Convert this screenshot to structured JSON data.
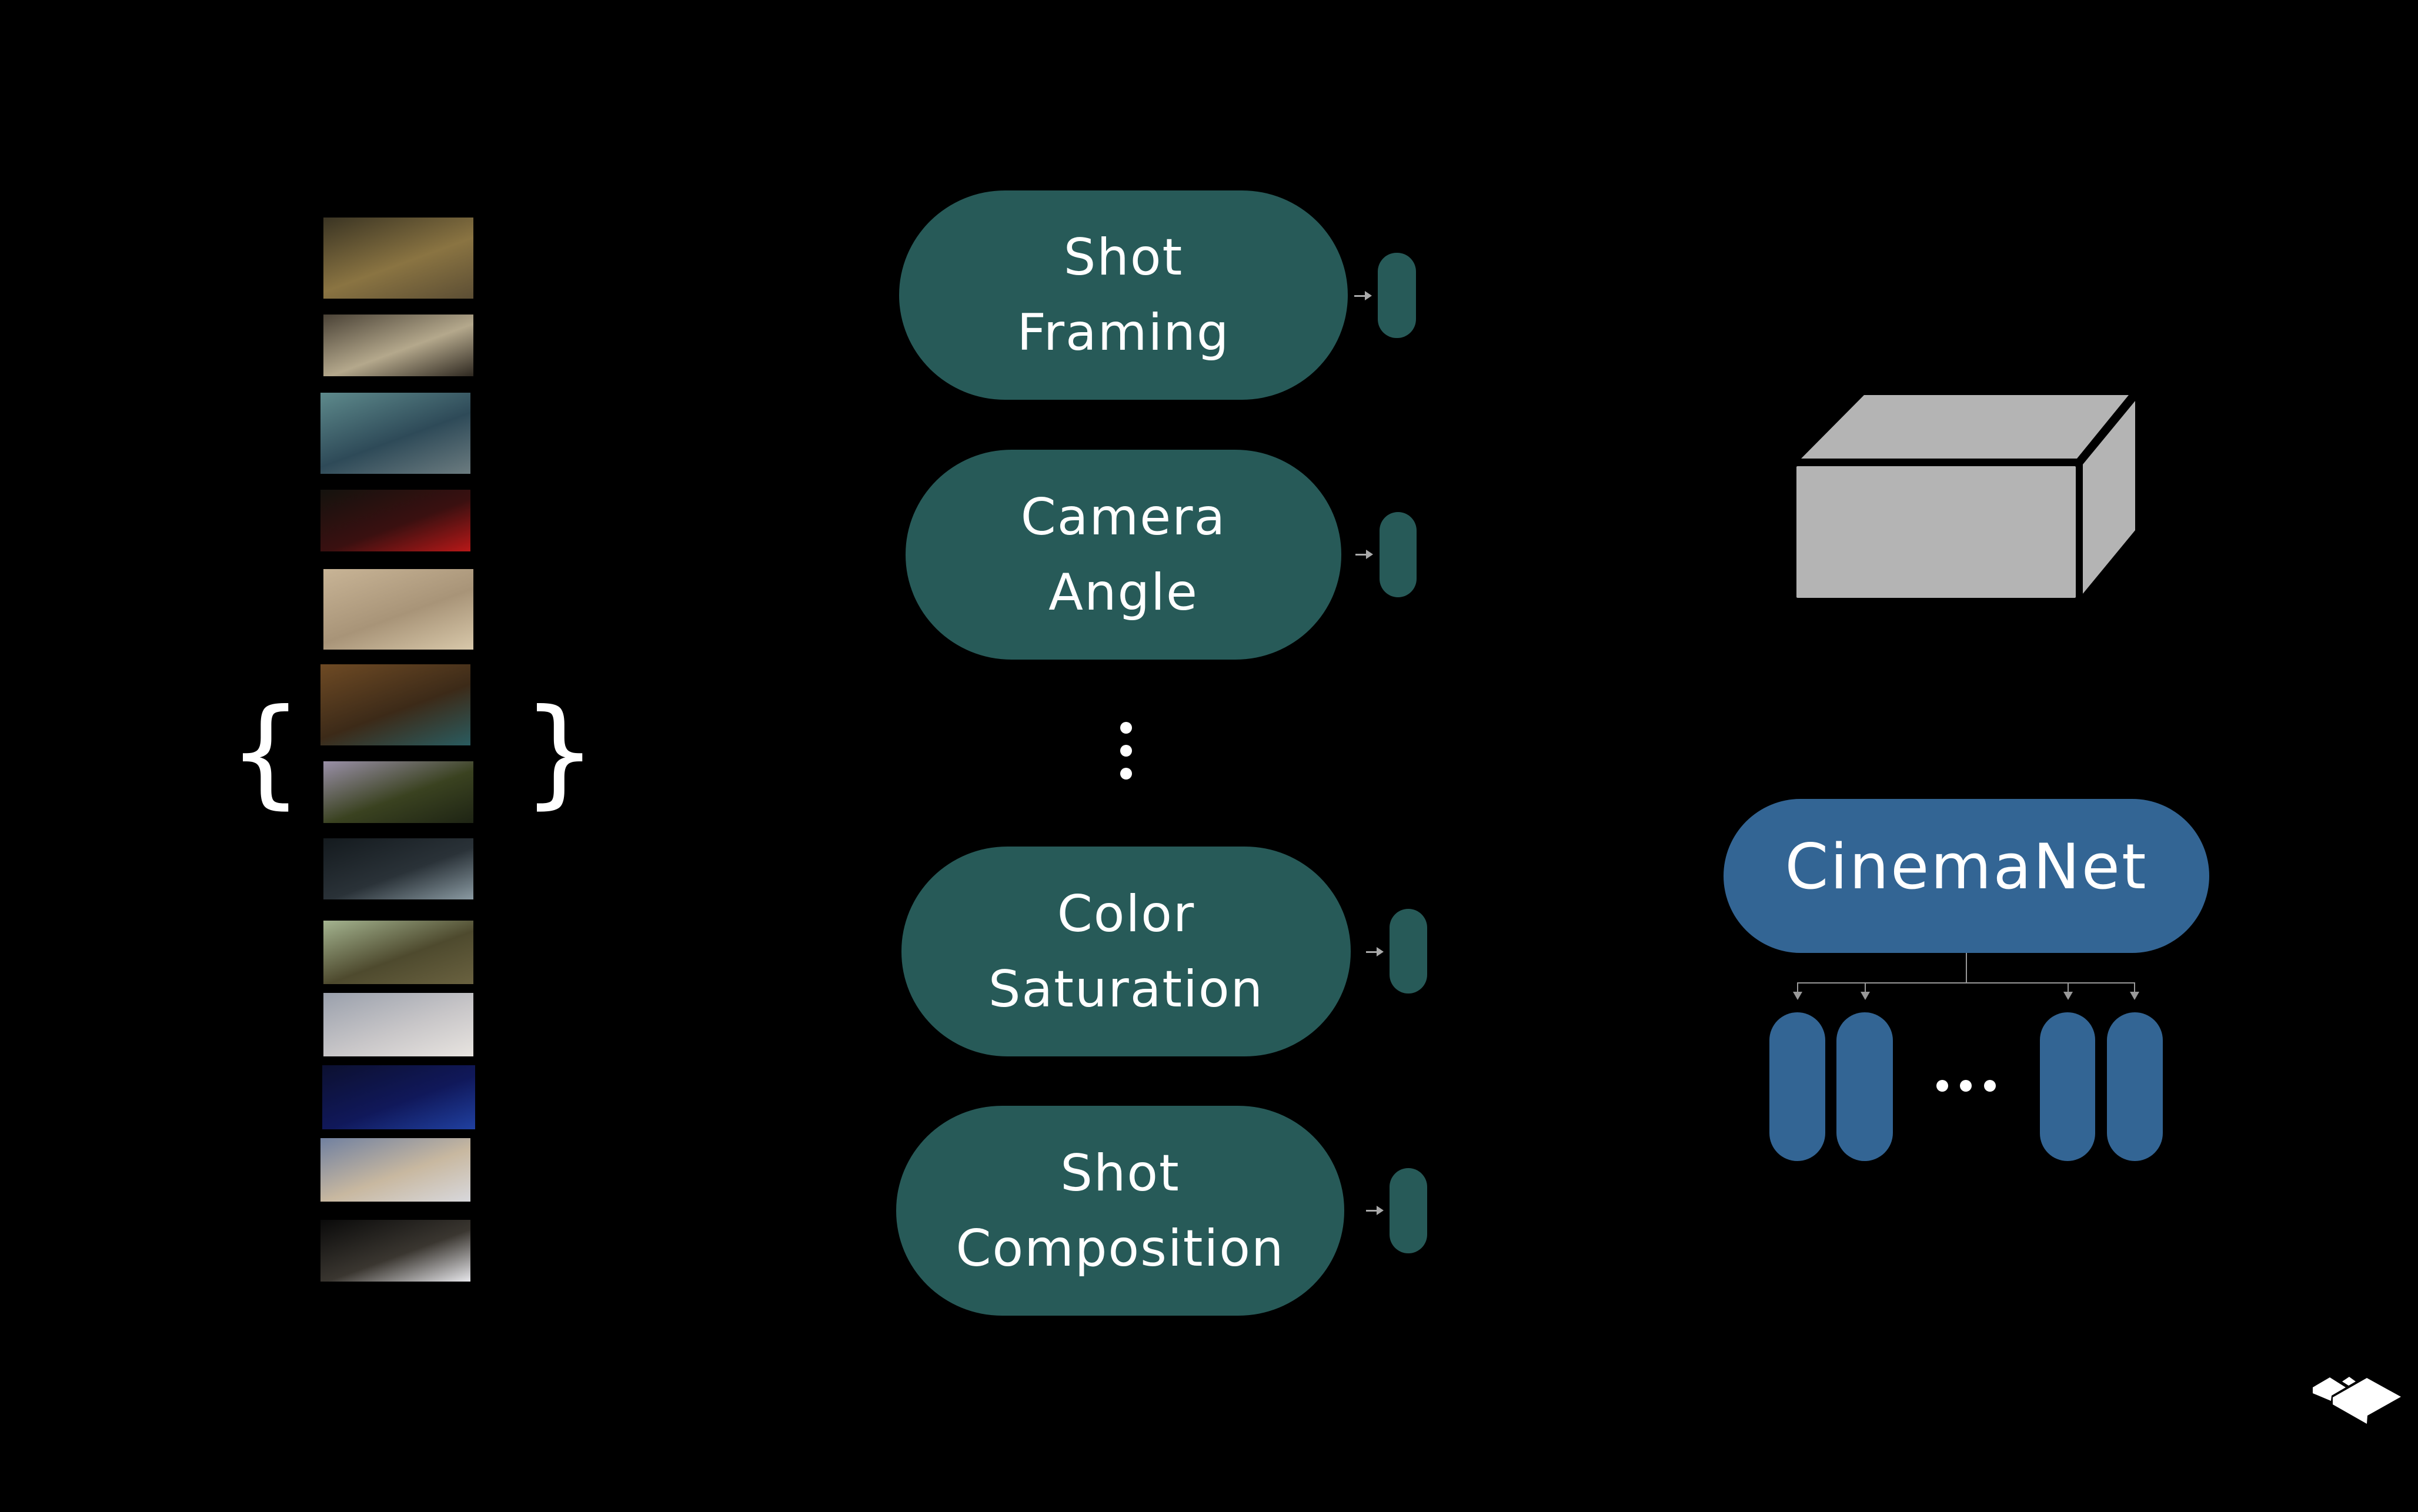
{
  "input_frames": {
    "count": 13,
    "brace_open": "{",
    "brace_close": "}",
    "frames": [
      {
        "name": "lifeboat-sky",
        "colors": [
          "#3a3423",
          "#8a7442",
          "#5c4e34"
        ]
      },
      {
        "name": "wheat-field-silhouette",
        "colors": [
          "#4a4236",
          "#b4a88c",
          "#2e2820"
        ]
      },
      {
        "name": "aerial-city-avenue",
        "colors": [
          "#5e8a8c",
          "#2e4a58",
          "#6c7c80"
        ]
      },
      {
        "name": "red-car-night",
        "colors": [
          "#14120e",
          "#3a1010",
          "#b81818"
        ]
      },
      {
        "name": "face-under-plastic",
        "colors": [
          "#c8b496",
          "#a89478",
          "#d8c8aa"
        ]
      },
      {
        "name": "woman-living-room",
        "colors": [
          "#6e4a24",
          "#3c2a18",
          "#2a5c60"
        ]
      },
      {
        "name": "forest-dusk",
        "colors": [
          "#9a90a8",
          "#3a4220",
          "#1e2414"
        ]
      },
      {
        "name": "dark-ocean-wreck",
        "colors": [
          "#141a1e",
          "#2a3238",
          "#8a9aa2"
        ]
      },
      {
        "name": "desert-rv",
        "colors": [
          "#a4b490",
          "#4e4a2e",
          "#6a6240"
        ]
      },
      {
        "name": "bright-corridor",
        "colors": [
          "#9aa0ac",
          "#c8c6c8",
          "#e8e4e0"
        ]
      },
      {
        "name": "blue-lit-face",
        "colors": [
          "#0c1030",
          "#10185a",
          "#2040a0"
        ]
      },
      {
        "name": "woman-low-angle",
        "colors": [
          "#7080a0",
          "#c8b8a0",
          "#d8d8dc"
        ]
      },
      {
        "name": "dark-tunnel-figures",
        "colors": [
          "#0a0a0a",
          "#3a3630",
          "#e8e8ec"
        ]
      }
    ]
  },
  "classifiers": [
    {
      "line1": "Shot",
      "line2": "Framing"
    },
    {
      "line1": "Camera",
      "line2": "Angle"
    },
    {
      "line1": "Color",
      "line2": "Saturation"
    },
    {
      "line1": "Shot",
      "line2": "Composition"
    }
  ],
  "ellipsis_vertical": "⋮",
  "model": {
    "name": "CinemaNet",
    "heads_visible": 4,
    "ellipsis": "…"
  },
  "colors": {
    "classifier_green": "#275a58",
    "model_blue": "#336594",
    "cube_gray": "#b4b4b4",
    "connector_gray": "#999999",
    "background": "#000000"
  },
  "logo": {
    "name": "isometric-blocks-logo"
  }
}
